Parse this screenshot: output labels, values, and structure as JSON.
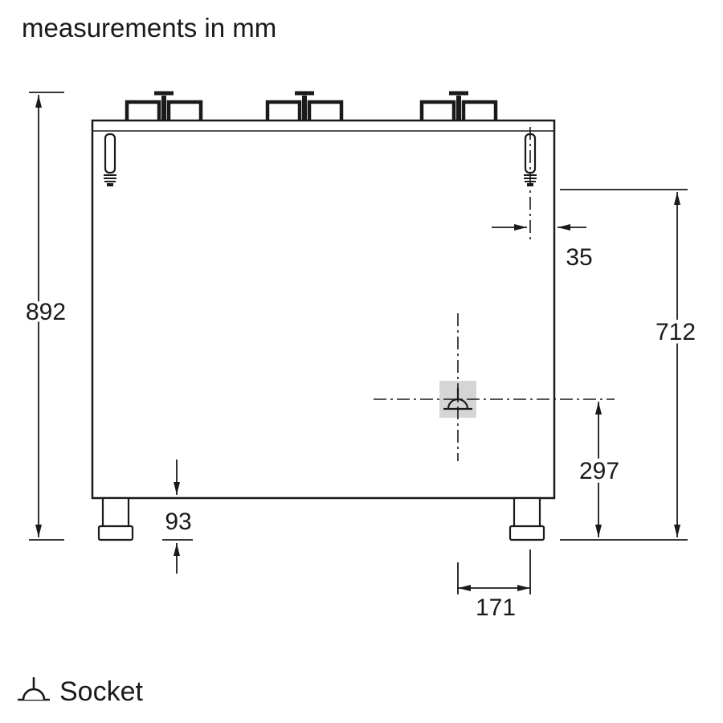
{
  "title": "measurements in mm",
  "legend": {
    "socket_label": "Socket"
  },
  "dimensions": {
    "overall_height_mm": "892",
    "gas_connection_height_mm": "712",
    "gas_connection_offset_mm": "35",
    "socket_center_height_mm": "297",
    "plinth_height_mm": "93",
    "socket_center_offset_mm": "171"
  },
  "colors": {
    "line": "#1a1a1a",
    "socket_fill": "#d5d5d5",
    "background": "#ffffff"
  },
  "icons": {
    "socket_symbol": "socket-icon"
  }
}
